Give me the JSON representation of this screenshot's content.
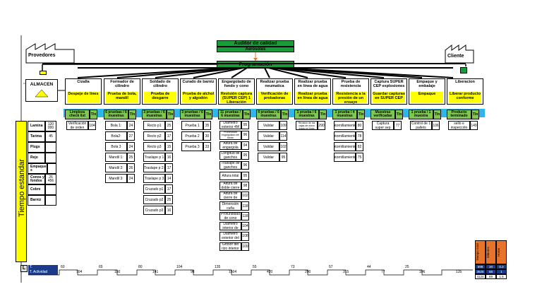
{
  "header": {
    "title": "Auditor de calidad",
    "subtitle": "Aerosoles",
    "programacion": "Programación"
  },
  "suppliers": "Provedores",
  "client": "Cliente",
  "almacen": "ALMACEN",
  "processes": [
    {
      "title": "Cizalla",
      "sub": "Despeje de lines",
      "hdr": "Limpieza check list",
      "tn": "T/n",
      "items": [
        [
          "Verificación de orden",
          "104"
        ]
      ]
    },
    {
      "title": "Formador de cilindro",
      "sub": "Prueba de bola, mandil",
      "hdr": "6 pruebas / 6 muestras",
      "tn": "T/n",
      "items": [
        [
          "Bola 1:",
          "24"
        ],
        [
          "Bola2:",
          "27"
        ],
        [
          "Bola 3",
          "24"
        ],
        [
          "Mandil 1:",
          "25"
        ],
        [
          "Mandil 2:",
          "26"
        ],
        [
          "Mandil 3:",
          "24"
        ]
      ]
    },
    {
      "title": "Soldado de cilindro",
      "sub": "Prueba de desgarre",
      "hdr": "3 pruebas / 6 muestras",
      "tn": "T/n",
      "items": [
        [
          "Recto p1",
          "25"
        ],
        [
          "Recto p2",
          "17"
        ],
        [
          "Recto p3",
          "15"
        ],
        [
          "Traslape p 1",
          "16"
        ],
        [
          "Traslape p 2:",
          "17"
        ],
        [
          "Traslape p 3",
          "14"
        ],
        [
          "Cruzado p1",
          "17"
        ],
        [
          "Cruzado p2",
          "25"
        ],
        [
          "Cruzado p3",
          "16"
        ]
      ]
    },
    {
      "title": "Curado de barniz",
      "sub": "Prueba de alchol y algodón",
      "hdr": "3 pruebas / 6 muestras",
      "tn": "T/n",
      "items": [
        [
          "Prueba 1",
          "35"
        ],
        [
          "Prueba 2",
          "30"
        ],
        [
          "Prueba 3",
          "33"
        ]
      ]
    },
    {
      "title": "Engargolado de fondo y cono",
      "sub": "Revisión captura (SUPER CEP) 1 Liberación",
      "hdr": "11 pruebas / 6 muestras",
      "tn": "T/n",
      "items": [
        [
          "Diámetro exterior 4M",
          "95"
        ],
        [
          "Profundidad engargolado del fondo",
          "96"
        ],
        [
          "Altura de engargola",
          "94"
        ],
        [
          "Longitud de ganchos",
          "95"
        ],
        [
          "Traslape de ganchos",
          "96"
        ],
        [
          "Altura total",
          "95"
        ],
        [
          "Altura de doble cierre",
          "98"
        ],
        [
          "Altura de cierre de",
          "102"
        ],
        [
          "Dimensión cuña",
          "118"
        ],
        [
          "Profundidad de cono",
          "118"
        ],
        [
          "Diámetro interior de",
          "104"
        ],
        [
          "Diámetro exterior del",
          "108"
        ],
        [
          "Grosor del rizo interior",
          "109"
        ]
      ]
    },
    {
      "title": "Realizar prueba neumatica",
      "sub": "Verificación de probadoras",
      "hdr": "4 pruebas / 6 muestras",
      "tn": "T/n",
      "items": [
        [
          "Validar",
          "109"
        ],
        [
          "Validar",
          "114"
        ],
        [
          "Validar",
          "102"
        ],
        [
          "Validar",
          "95"
        ]
      ]
    },
    {
      "title": "Realizar prueba en línea de agua",
      "sub": "Realizar prueba en línea de agua",
      "hdr": "1 prueba / 6 muestras",
      "tn": "T/n",
      "items": [
        [
          "Revisión de las cajas de micro fugas en línea",
          "290"
        ]
      ]
    },
    {
      "title": "Prueba de resistencia",
      "sub": "Resistencia a la presión de un ensaye",
      "hdr": "1 prueba / 4 muestras",
      "tn": "T/n",
      "items": [
        [
          "Atornillamiento",
          "80"
        ],
        [
          "Atornillamiento",
          "78"
        ],
        [
          "Atornillamiento",
          "82"
        ],
        [
          "Atornillamiento",
          "75"
        ]
      ]
    },
    {
      "title": "Captura SUPER CEP explosiones",
      "sub": "Guardar capturas en SUPER CEP",
      "hdr": "Muestras verificadas",
      "tn": "T/n",
      "items": [
        [
          "Captura super sep",
          "77"
        ]
      ]
    },
    {
      "title": "Empaque y embalaje",
      "sub": "Empaque",
      "hdr": "1 prueba / 1 muestra",
      "tn": "T/n",
      "items": [
        [
          "Control de 1 pallets",
          "106"
        ]
      ]
    },
    {
      "title": "Liberacion",
      "sub": "Liberar producto conforme",
      "hdr": "Producto terminado",
      "tn": "T/n",
      "items": [
        [
          "sello e inspección",
          "149"
        ]
      ]
    }
  ],
  "inventory": [
    [
      "Lamina",
      "120 000"
    ],
    [
      "Tarima",
      "45"
    ],
    [
      "Plugs",
      ""
    ],
    [
      "Rejo",
      ""
    ],
    [
      "Empaque s",
      ""
    ],
    [
      "Conos y fondos",
      "26 456"
    ],
    [
      "Cobre",
      ""
    ],
    [
      "Barniz",
      ""
    ]
  ],
  "tiempo_label": "Tiempo estandar",
  "timeline": {
    "label_a": "T. Desplazamientos",
    "label_b": "T. Actividad",
    "mark": "L",
    "tops": [
      "60",
      "65",
      "80",
      "104",
      "135",
      "55",
      "73",
      "57",
      "44",
      "25"
    ],
    "bottoms": [
      "104",
      "150",
      "141",
      "98",
      "1504",
      "420",
      "290",
      "315",
      "77",
      "106",
      "135"
    ]
  },
  "summary": {
    "headers": [
      "Tiempo total",
      "Minutos",
      "Horas"
    ],
    "rows": [
      [
        "598",
        "10",
        "0.2"
      ],
      [
        "3526",
        "58",
        "1"
      ],
      [
        "4124",
        "69",
        "1.5"
      ]
    ]
  }
}
